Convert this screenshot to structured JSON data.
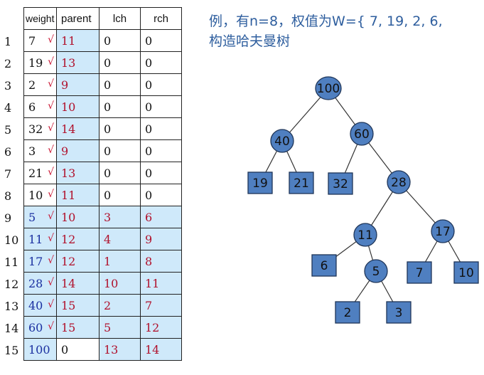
{
  "title": {
    "line1": "例，有n=8，权值为W={ 7, 19, 2, 6,",
    "line2": "构造哈夫曼树"
  },
  "table": {
    "headers": [
      "weight",
      "parent",
      "lch",
      "rch"
    ],
    "tick_symbol": "√",
    "row_numbers": [
      "1",
      "2",
      "3",
      "4",
      "5",
      "6",
      "7",
      "8",
      "9",
      "10",
      "11",
      "12",
      "13",
      "14",
      "15"
    ],
    "rows": [
      {
        "weight": "7",
        "parent": "11",
        "lch": "0",
        "rch": "0",
        "tick": true
      },
      {
        "weight": "19",
        "parent": "13",
        "lch": "0",
        "rch": "0",
        "tick": true
      },
      {
        "weight": "2",
        "parent": "9",
        "lch": "0",
        "rch": "0",
        "tick": true
      },
      {
        "weight": "6",
        "parent": "10",
        "lch": "0",
        "rch": "0",
        "tick": true
      },
      {
        "weight": "32",
        "parent": "14",
        "lch": "0",
        "rch": "0",
        "tick": true
      },
      {
        "weight": "3",
        "parent": "9",
        "lch": "0",
        "rch": "0",
        "tick": true
      },
      {
        "weight": "21",
        "parent": "13",
        "lch": "0",
        "rch": "0",
        "tick": true
      },
      {
        "weight": "10",
        "parent": "11",
        "lch": "0",
        "rch": "0",
        "tick": true
      },
      {
        "weight": "5",
        "parent": "10",
        "lch": "3",
        "rch": "6",
        "tick": true
      },
      {
        "weight": "11",
        "parent": "12",
        "lch": "4",
        "rch": "9",
        "tick": true
      },
      {
        "weight": "17",
        "parent": "12",
        "lch": "1",
        "rch": "8",
        "tick": true
      },
      {
        "weight": "28",
        "parent": "14",
        "lch": "10",
        "rch": "11",
        "tick": true
      },
      {
        "weight": "40",
        "parent": "15",
        "lch": "2",
        "rch": "7",
        "tick": true
      },
      {
        "weight": "60",
        "parent": "15",
        "lch": "5",
        "rch": "12",
        "tick": true
      },
      {
        "weight": "100",
        "parent": "0",
        "lch": "13",
        "rch": "14",
        "tick": false
      }
    ]
  },
  "tree": {
    "node_color": "#4f7fc0",
    "nodes": [
      {
        "id": "n100",
        "label": "100",
        "shape": "circle"
      },
      {
        "id": "n40",
        "label": "40",
        "shape": "circle"
      },
      {
        "id": "n60",
        "label": "60",
        "shape": "circle"
      },
      {
        "id": "n19",
        "label": "19",
        "shape": "square"
      },
      {
        "id": "n21",
        "label": "21",
        "shape": "square"
      },
      {
        "id": "n32",
        "label": "32",
        "shape": "square"
      },
      {
        "id": "n28",
        "label": "28",
        "shape": "circle"
      },
      {
        "id": "n11",
        "label": "11",
        "shape": "circle"
      },
      {
        "id": "n17",
        "label": "17",
        "shape": "circle"
      },
      {
        "id": "n6",
        "label": "6",
        "shape": "square"
      },
      {
        "id": "n5",
        "label": "5",
        "shape": "circle"
      },
      {
        "id": "n7",
        "label": "7",
        "shape": "square"
      },
      {
        "id": "n10",
        "label": "10",
        "shape": "square"
      },
      {
        "id": "n2",
        "label": "2",
        "shape": "square"
      },
      {
        "id": "n3",
        "label": "3",
        "shape": "square"
      }
    ],
    "edges": [
      [
        "n100",
        "n40"
      ],
      [
        "n100",
        "n60"
      ],
      [
        "n40",
        "n19"
      ],
      [
        "n40",
        "n21"
      ],
      [
        "n60",
        "n32"
      ],
      [
        "n60",
        "n28"
      ],
      [
        "n28",
        "n11"
      ],
      [
        "n28",
        "n17"
      ],
      [
        "n11",
        "n6"
      ],
      [
        "n11",
        "n5"
      ],
      [
        "n17",
        "n7"
      ],
      [
        "n17",
        "n10"
      ],
      [
        "n5",
        "n2"
      ],
      [
        "n5",
        "n3"
      ]
    ]
  }
}
